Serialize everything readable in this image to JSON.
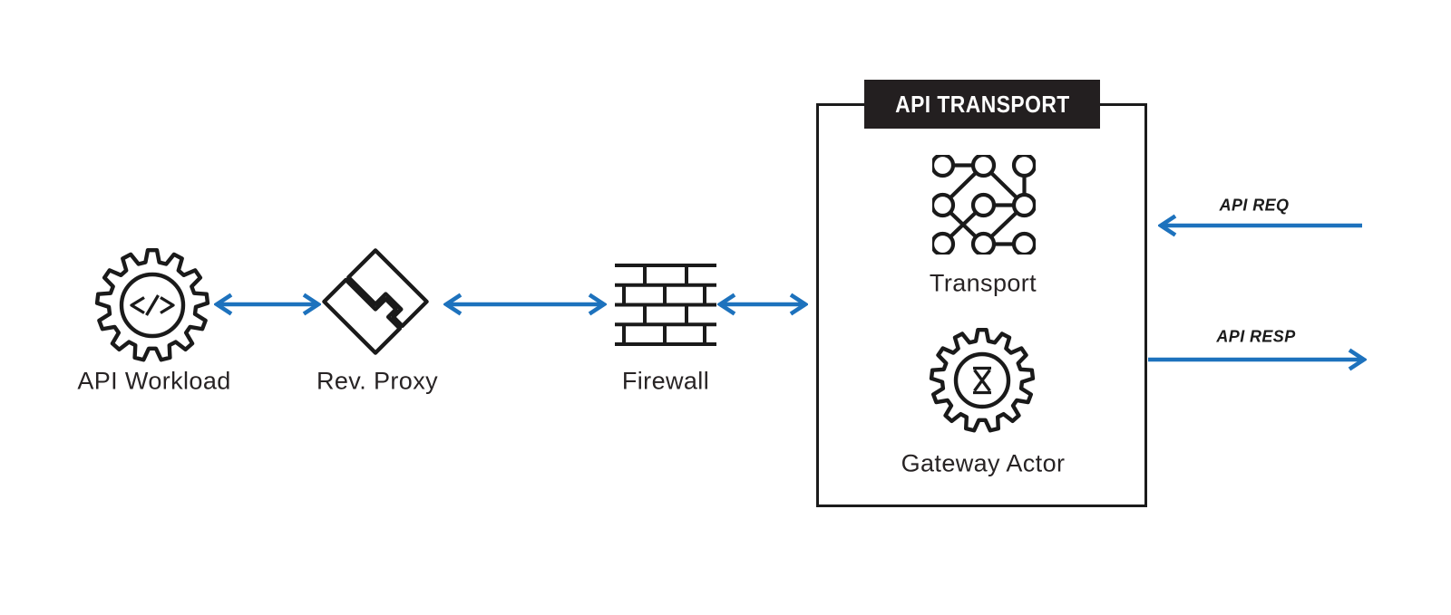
{
  "diagram": {
    "title": "API TRANSPORT",
    "colors": {
      "background": "#ffffff",
      "ink": "#1a1a1a",
      "arrow_blue": "#1d72bd",
      "header_bg": "#231f20",
      "header_text": "#ffffff"
    },
    "nodes": {
      "workload": {
        "label": "API Workload",
        "icon": "gear-code-icon"
      },
      "proxy": {
        "label": "Rev. Proxy",
        "icon": "interlock-diamond-icon"
      },
      "firewall": {
        "label": "Firewall",
        "icon": "brick-wall-icon"
      },
      "transport": {
        "label": "Transport",
        "icon": "network-graph-icon"
      },
      "gateway": {
        "label": "Gateway Actor",
        "icon": "gear-hourglass-icon"
      }
    },
    "container": {
      "title": "API TRANSPORT",
      "children": [
        "Transport",
        "Gateway Actor"
      ]
    },
    "links": [
      {
        "from": "API Workload",
        "to": "Rev. Proxy",
        "style": "double-arrow"
      },
      {
        "from": "Rev. Proxy",
        "to": "Firewall",
        "style": "double-arrow"
      },
      {
        "from": "Firewall",
        "to": "API TRANSPORT",
        "style": "double-arrow"
      }
    ],
    "flows": {
      "request": {
        "label": "API REQ",
        "direction": "left",
        "target": "API TRANSPORT"
      },
      "response": {
        "label": "API RESP",
        "direction": "right",
        "source": "API TRANSPORT"
      }
    }
  }
}
